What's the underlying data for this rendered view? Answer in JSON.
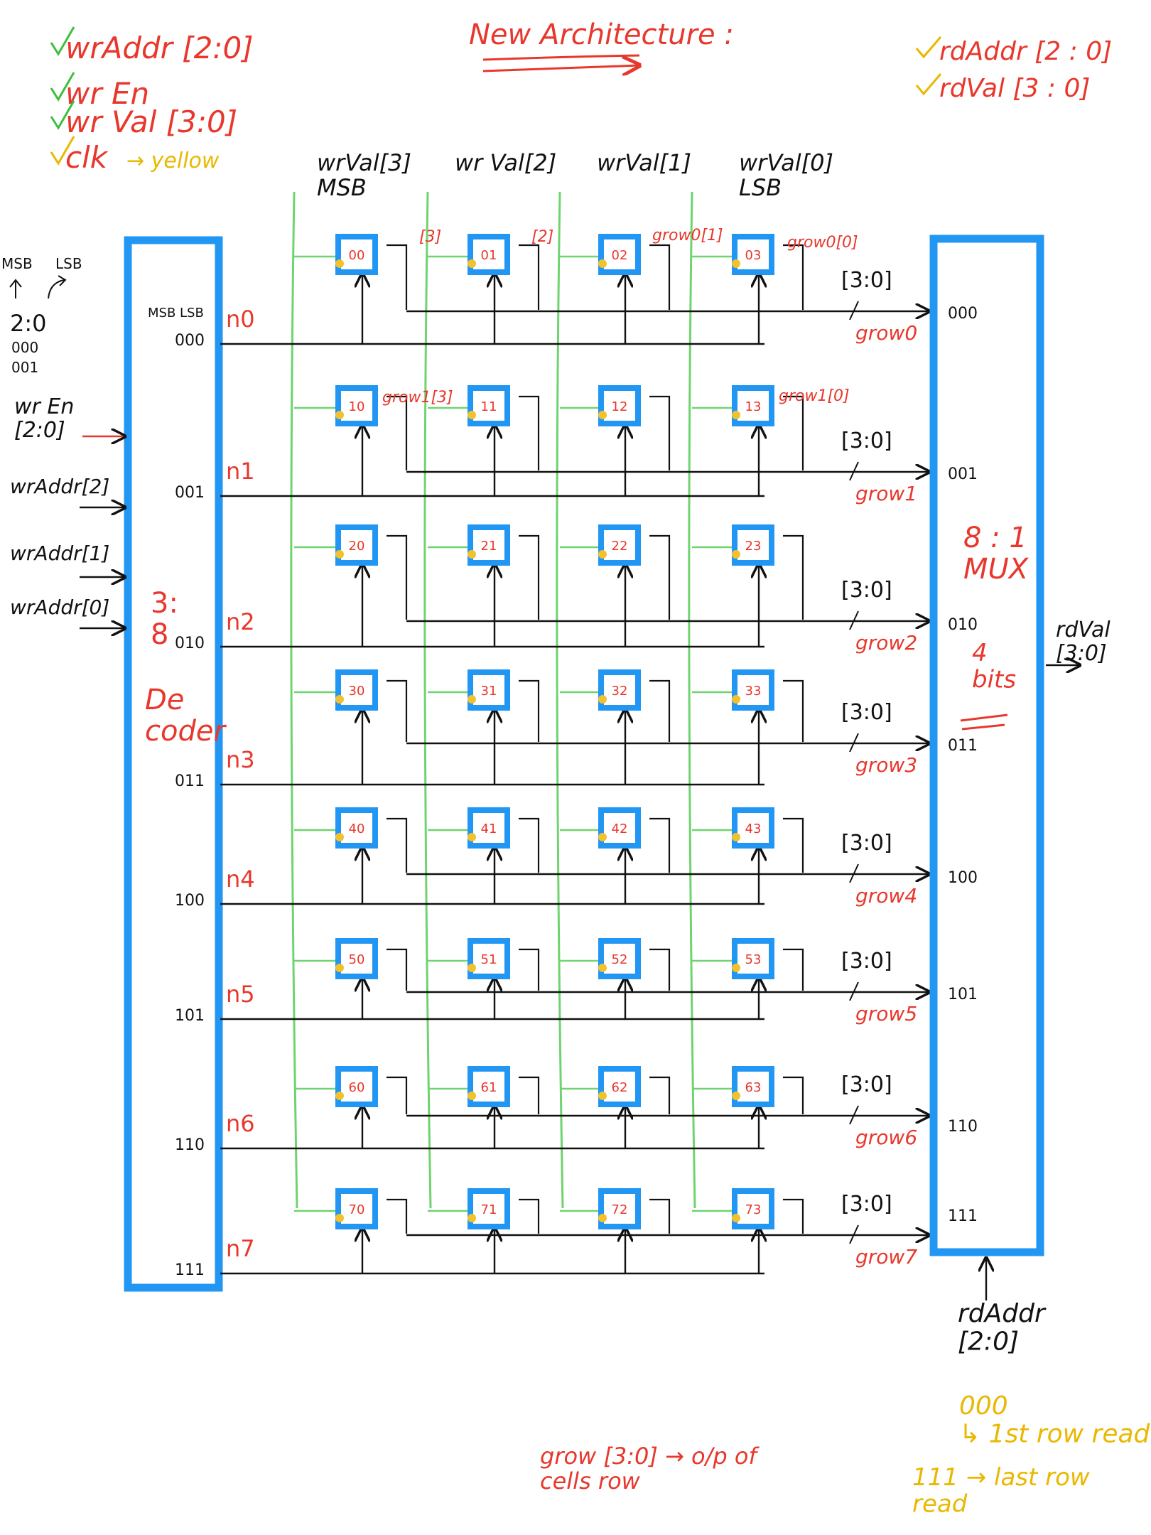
{
  "title": "New Architecture :",
  "colors": {
    "block_blue": "#2196f3",
    "wire_green": "#6fd36f",
    "ink_black": "#111111",
    "ink_red": "#e8372c",
    "ink_yellow": "#e9b800",
    "ink_green": "#3cbf3c",
    "clk_dot": "#f2c12e"
  },
  "legend_left": {
    "items": [
      "wrAddr [2:0]",
      "wr En",
      "wr Val  [3:0]",
      "clk"
    ],
    "clk_note": "→ yellow"
  },
  "legend_right": {
    "items": [
      "rdAddr [2 : 0]",
      "rdVal [3 : 0]"
    ]
  },
  "bit_order": {
    "msb": "MSB",
    "lsb": "LSB",
    "range": "2:0",
    "ex1": "000",
    "ex2": "001"
  },
  "decoder": {
    "label_size": "3:\n8",
    "label_name": "De\ncoder",
    "header": "MSB  LSB",
    "inputs": [
      "wr En\n[2:0]",
      "wrAddr[2]",
      "wrAddr[1]",
      "wrAddr[0]"
    ],
    "outputs": [
      {
        "code": "000",
        "net": "n0"
      },
      {
        "code": "001",
        "net": "n1"
      },
      {
        "code": "010",
        "net": "n2"
      },
      {
        "code": "011",
        "net": "n3"
      },
      {
        "code": "100",
        "net": "n4"
      },
      {
        "code": "101",
        "net": "n5"
      },
      {
        "code": "110",
        "net": "n6"
      },
      {
        "code": "111",
        "net": "n7"
      }
    ]
  },
  "columns": [
    "wrVal[3]\nMSB",
    "wr Val[2]",
    "wrVal[1]",
    "wrVal[0]\nLSB"
  ],
  "cells": [
    [
      "00",
      "01",
      "02",
      "03"
    ],
    [
      "10",
      "11",
      "12",
      "13"
    ],
    [
      "20",
      "21",
      "22",
      "23"
    ],
    [
      "30",
      "31",
      "32",
      "33"
    ],
    [
      "40",
      "41",
      "42",
      "43"
    ],
    [
      "50",
      "51",
      "52",
      "53"
    ],
    [
      "60",
      "61",
      "62",
      "63"
    ],
    [
      "70",
      "71",
      "72",
      "73"
    ]
  ],
  "bit_tags": {
    "row0": [
      "[3]",
      "[2]",
      "grow0[1]",
      "grow0[0]"
    ],
    "row1": [
      "grow1[3]",
      "grow1[0]"
    ]
  },
  "buses": [
    {
      "width": "[3:0]",
      "name": "grow0"
    },
    {
      "width": "[3:0]",
      "name": "grow1"
    },
    {
      "width": "[3:0]",
      "name": "grow2"
    },
    {
      "width": "[3:0]",
      "name": "grow3"
    },
    {
      "width": "[3:0]",
      "name": "grow4"
    },
    {
      "width": "[3:0]",
      "name": "grow5"
    },
    {
      "width": "[3:0]",
      "name": "grow6"
    },
    {
      "width": "[3:0]",
      "name": "grow7"
    }
  ],
  "mux": {
    "label": "8 : 1\nMUX",
    "bits": "4\nbits",
    "inputs": [
      "000",
      "001",
      "010",
      "011",
      "100",
      "101",
      "110",
      "111"
    ],
    "output": "rdVal\n[3:0]",
    "select": "rdAddr\n[2:0]"
  },
  "notes": {
    "grow": "grow [3:0] → o/p of\ncells row",
    "read_first": "000\n↳ 1st row read",
    "read_last": "111 → last row\nread"
  }
}
